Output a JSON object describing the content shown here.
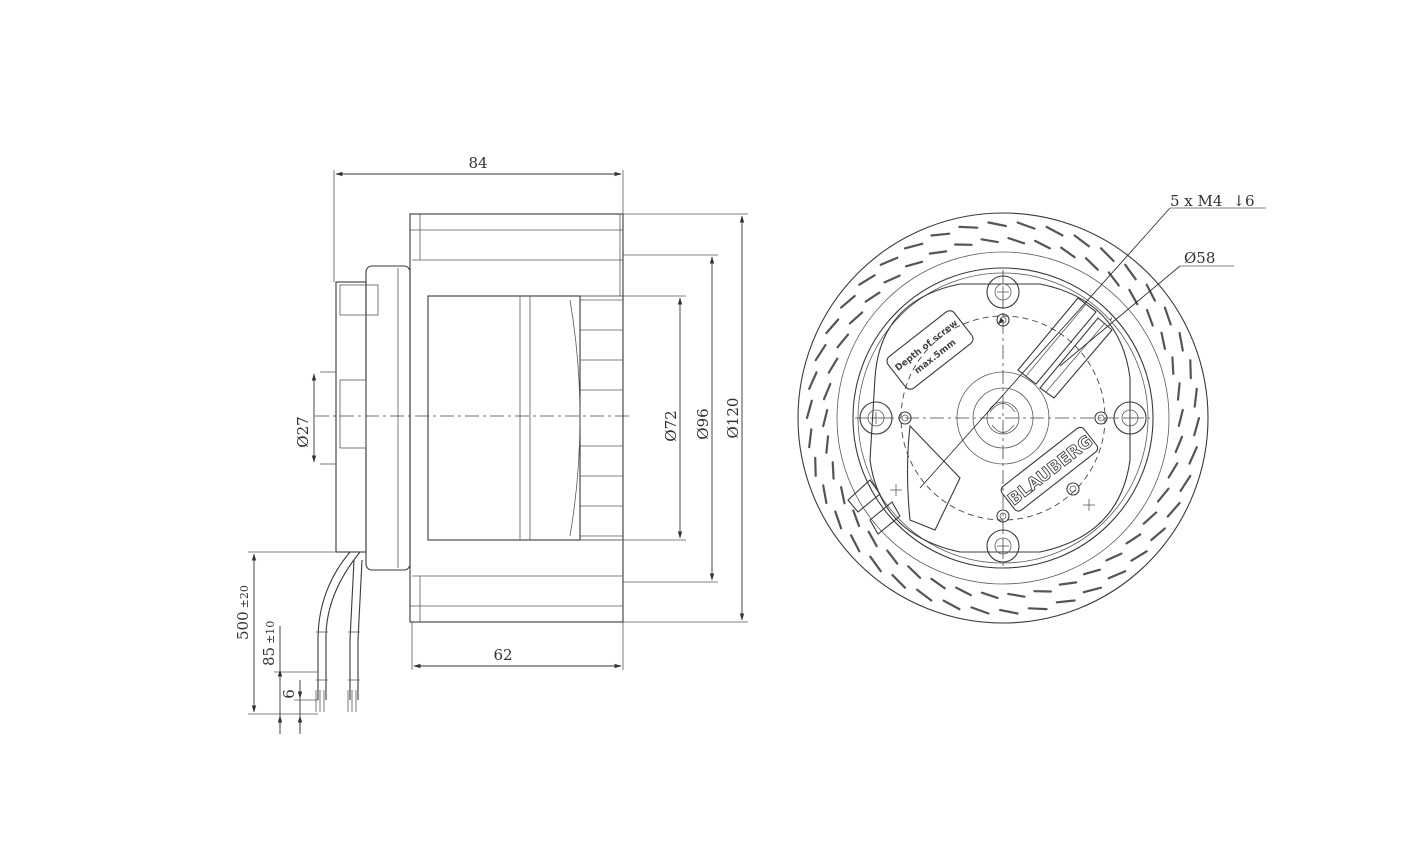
{
  "dimensions": {
    "overall_depth": "84",
    "impeller_depth": "62",
    "diameter_120": "Ø120",
    "diameter_96": "Ø96",
    "diameter_72": "Ø72",
    "diameter_27": "Ø27",
    "cable_length": "500",
    "cable_length_tol": "±20",
    "strip_length": "85",
    "strip_length_tol": "±10",
    "wire_end": "6",
    "mount_screws": "5 x M4",
    "thread_depth": "↓6",
    "bolt_circle": "Ø58"
  },
  "label_note_line1": "Depth of screw",
  "label_note_line2": "max.5mm",
  "brand": "BLAUBERG"
}
